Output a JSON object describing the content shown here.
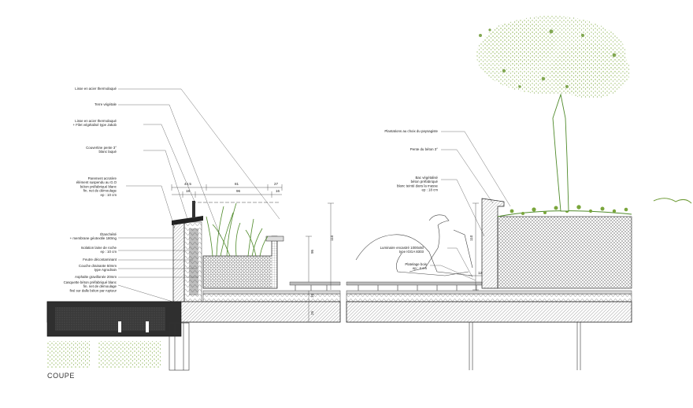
{
  "section_title": "COUPE",
  "left_labels": [
    {
      "id": "l1",
      "text": [
        "Lisse en acier thermolaqué"
      ]
    },
    {
      "id": "l2",
      "text": [
        "Terre végétale"
      ]
    },
    {
      "id": "l3",
      "text": [
        "Lisse en acier thermolaqué",
        "+ Filet végétalisé type Jakob"
      ]
    },
    {
      "id": "l4",
      "text": [
        "Couvertine pente 3°",
        "blanc laqué"
      ]
    },
    {
      "id": "l5",
      "text": [
        "Parement acrotère",
        "élément suspendu au G.O",
        "béton préfabriqué blanc",
        "fin. net de démoulage",
        "ep : 10 cm"
      ]
    },
    {
      "id": "l6",
      "text": [
        "Étanchéité",
        "+ membrane géotextile 180mg"
      ]
    },
    {
      "id": "l7",
      "text": [
        "Isolation laine de roche",
        "ep : 10 cm"
      ]
    },
    {
      "id": "l8",
      "text": [
        "Feutre décontaminant"
      ]
    },
    {
      "id": "l9",
      "text": [
        "Couche drainante 50mm",
        "type Agrodrain"
      ]
    },
    {
      "id": "l10",
      "text": [
        "Asphalte gravillonée 20mm"
      ]
    },
    {
      "id": "l11",
      "text": [
        "Casquette béton préfabriqué blanc",
        "fin. net de démoulage",
        "fixé sur dalle béton par rupteur"
      ]
    }
  ],
  "right_labels": [
    {
      "id": "r1",
      "text": [
        "Plantations au choix du paysagiste"
      ]
    },
    {
      "id": "r2",
      "text": [
        "Pente du béton 3°"
      ]
    },
    {
      "id": "r3",
      "text": [
        "Bac végétalisé",
        "béton préfabriqué",
        "blanc teinté dans la masse",
        "ep : 18 cm"
      ]
    },
    {
      "id": "r4",
      "text": [
        "Luminaire encastré 1000x50",
        "type IGGA 8303"
      ]
    },
    {
      "id": "r5",
      "text": [
        "Platelage bois",
        "ep : 2 cm"
      ]
    }
  ],
  "dimensions": {
    "top_total": "44,5",
    "top_mid": "81",
    "top_right": "27",
    "top_small": "18",
    "top_mid2": "96",
    "top_right2": "16",
    "h110_left": "110",
    "h95": "95",
    "h10": "10",
    "h25": "25",
    "h110_right": "110",
    "h12": "12"
  }
}
